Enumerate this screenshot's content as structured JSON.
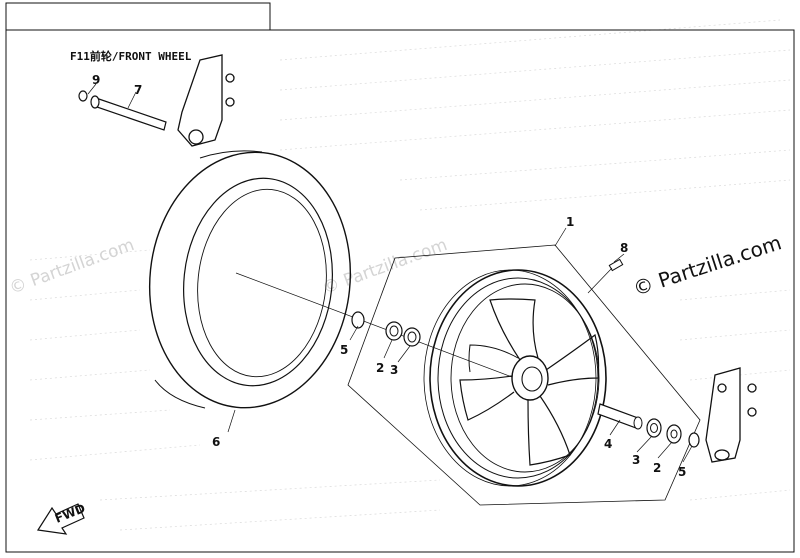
{
  "diagram": {
    "title": "F11前轮/FRONT WHEEL",
    "watermark": "© Partzilla.com",
    "fwd_label": "FWD",
    "callouts": [
      "1",
      "2",
      "2",
      "3",
      "3",
      "4",
      "5",
      "5",
      "6",
      "7",
      "8",
      "9"
    ]
  },
  "colors": {
    "line": "#111111",
    "watermark_faint": "#d4d4d4",
    "dash_bg": "#cfcfcf"
  }
}
